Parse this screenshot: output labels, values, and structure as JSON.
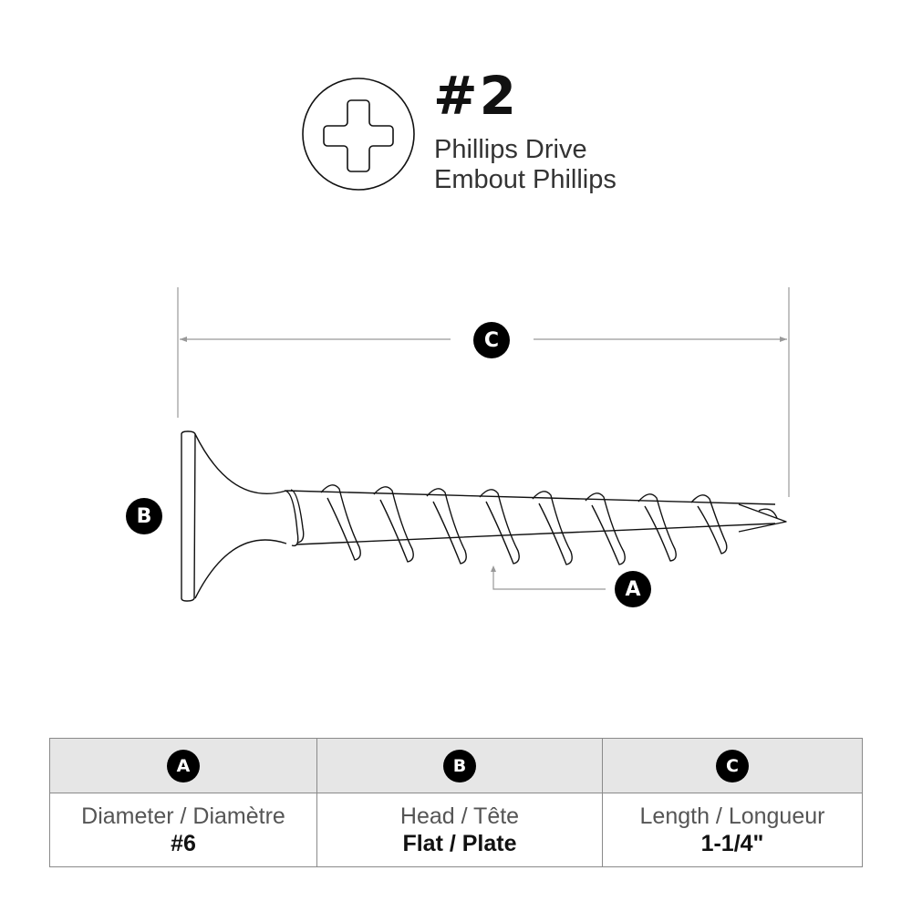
{
  "drive": {
    "icon": "phillips-drive-icon",
    "size": "#2",
    "name_en": "Phillips Drive",
    "name_fr": "Embout Phillips"
  },
  "callouts": {
    "a": "A",
    "b": "B",
    "c": "C"
  },
  "table": {
    "columns": [
      {
        "badge": "A",
        "label": "Diameter / Diamètre",
        "value": "#6"
      },
      {
        "badge": "B",
        "label": "Head / Tête",
        "value": "Flat / Plate"
      },
      {
        "badge": "C",
        "label": "Length / Longueur",
        "value": "1-1/4\""
      }
    ]
  },
  "colors": {
    "badge": "#000000",
    "dimension_line": "#999999",
    "table_header_bg": "#e6e6e6"
  }
}
